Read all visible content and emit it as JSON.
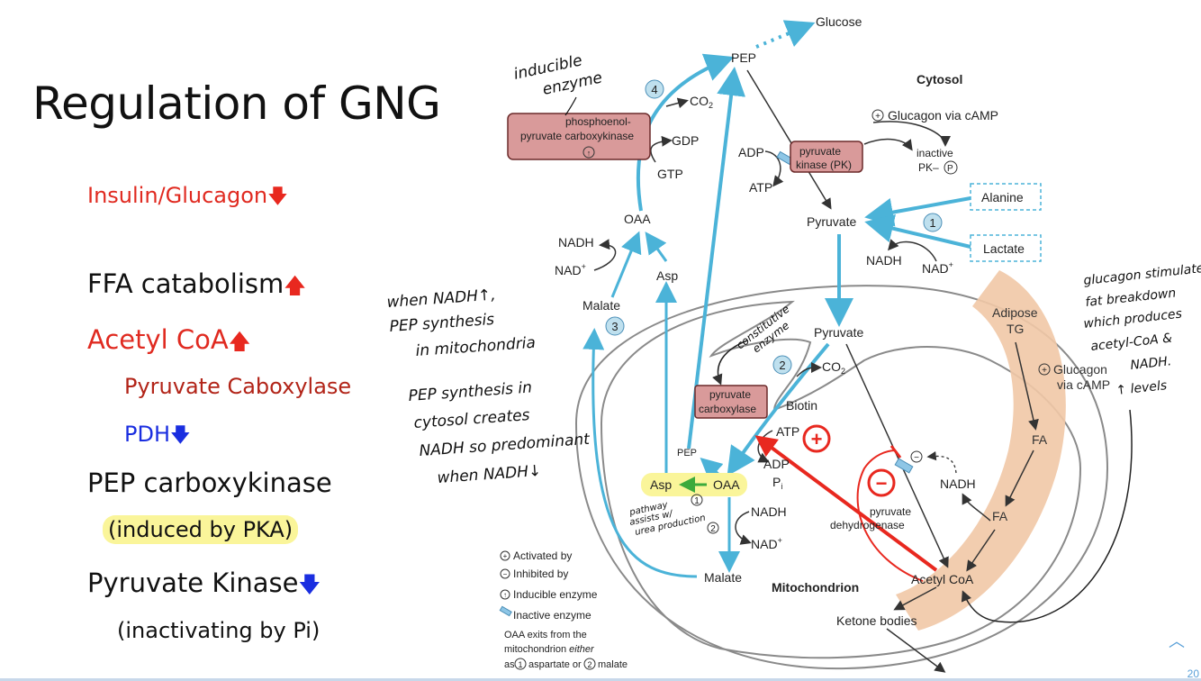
{
  "slide": {
    "title": "Regulation of GNG",
    "insulin_glucagon": "Insulin/Glucagon",
    "ffa": "FFA catabolism",
    "acetyl": "Acetyl CoA",
    "pyruvate_carboxylase": "Pyruvate Caboxylase",
    "pdh": "PDH",
    "pep_carboxykinase": "PEP carboxykinase",
    "induced": "(induced by PKA)",
    "pyruvate_kinase": "Pyruvate Kinase",
    "inactivating": "(inactivating by Pi)",
    "page_number": "20"
  },
  "diagram": {
    "glucose": "Glucose",
    "pep_top": "PEP",
    "cytosol": "Cytosol",
    "co2_top": "CO",
    "co2_sub": "2",
    "gdp": "GDP",
    "gtp": "GTP",
    "pepck_line1": "phosphoenol-",
    "pepck_line2": "pyruvate carboxykinase",
    "glucagon_camp": "Glucagon via cAMP",
    "adp": "ADP",
    "atp_left": "ATP",
    "pk_line1": "pyruvate",
    "pk_line2": "kinase (PK)",
    "inactive_line1": "inactive",
    "inactive_line2": "PK–",
    "p_circle": "P",
    "alanine": "Alanine",
    "lactate": "Lactate",
    "pyruvate_cyto": "Pyruvate",
    "nadh_cyto": "NADH",
    "nadplus_cyto": "NAD",
    "oaa_cyto": "OAA",
    "nadh_left": "NADH",
    "nadplus_left": "NAD",
    "asp_cyto": "Asp",
    "malate_cyto": "Malate",
    "pyruvate_mito": "Pyruvate",
    "co2_mito": "CO",
    "pc_line1": "pyruvate",
    "pc_line2": "carboxylase",
    "biotin": "Biotin",
    "atp_mito": "ATP",
    "adp_mito": "ADP",
    "pi_mito": "P",
    "pi_sub": "i",
    "pep_mito": "PEP",
    "asp_mito": "Asp",
    "oaa_mito": "OAA",
    "nadh_mito": "NADH",
    "nadplus_mito": "NAD",
    "malate_mito": "Malate",
    "mitochondrion": "Mitochondrion",
    "pdh_line1": "pyruvate",
    "pdh_line2": "dehydrogenase",
    "nadh_right": "NADH",
    "acetyl_coa": "Acetyl CoA",
    "ketone": "Ketone bodies",
    "adipose_line1": "Adipose",
    "adipose_line2": "TG",
    "glucagon_right_line1": "Glucagon",
    "glucagon_right_line2": "via cAMP",
    "fa1": "FA",
    "fa2": "FA",
    "n1": "1",
    "n2": "2",
    "n3": "3",
    "n4": "4",
    "small_1": "1",
    "small_2": "2",
    "plus_sym": "+",
    "minus_sym": "−",
    "legend_activated": "Activated by",
    "legend_inhibited": "Inhibited by",
    "legend_inducible": "Inducible enzyme",
    "legend_inactive": "Inactive enzyme",
    "legend_oaa1": "OAA exits from the",
    "legend_oaa2a": "mitochondrion ",
    "legend_oaa2b": "either",
    "legend_oaa3a": "as ",
    "legend_oaa3b": "aspartate or ",
    "legend_oaa3c": "malate"
  },
  "notes": {
    "inducible_line1": "inducible",
    "inducible_line2": "enzyme",
    "nadh_up_line1": "when NADH↑,",
    "nadh_up_line2": "PEP synthesis",
    "nadh_up_line3": "in mitochondria",
    "cyto_line1": "PEP synthesis in",
    "cyto_line2": "cytosol creates",
    "cyto_line3": "NADH so predominant",
    "cyto_line4": "when NADH↓",
    "constitutive_line1": "constitutive",
    "constitutive_line2": "enzyme",
    "pathway_line1": "pathway",
    "pathway_line2": "assists w/",
    "pathway_line3": "urea production",
    "glucagon_line1": "glucagon stimulates",
    "glucagon_line2": "fat breakdown",
    "glucagon_line3": "which produces",
    "glucagon_line4": "acetyl-CoA &",
    "glucagon_line5": "NADH.",
    "glucagon_line6": "↑ levels"
  },
  "colors": {
    "pathway_blue": "#4bb3d8",
    "enzyme_fill": "#d99a9a",
    "enzyme_stroke": "#6b2a2a",
    "activation_red": "#e8281f",
    "adipose_band": "#f1c8a6",
    "highlight_yellow": "#faf59a"
  }
}
